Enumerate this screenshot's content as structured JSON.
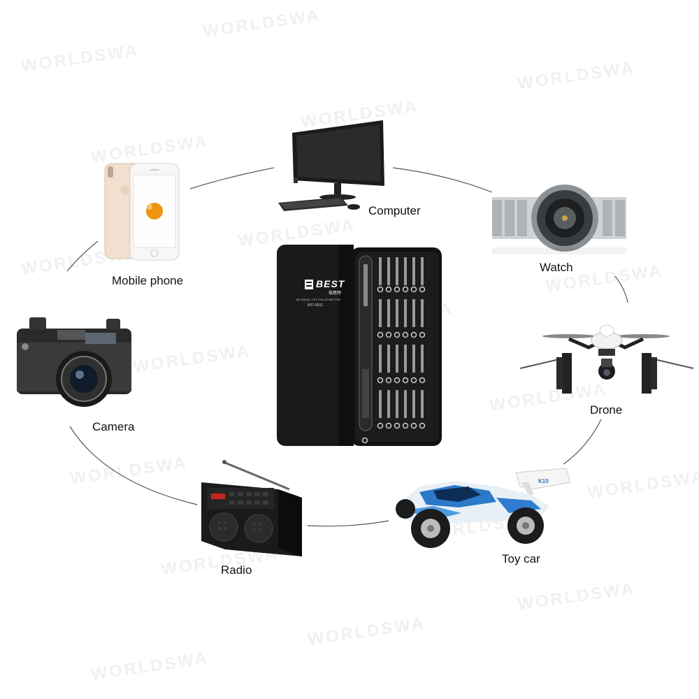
{
  "center_product": {
    "brand_text": "BEST",
    "brand_cjk": "倍思特",
    "tagline": "BE EQUAL, LET YOU DO BETTER",
    "model": "BST-8931"
  },
  "devices": [
    {
      "id": "computer",
      "label": "Computer",
      "icon": "computer-icon"
    },
    {
      "id": "mobile_phone",
      "label": "Mobile phone",
      "icon": "mobile-phone-icon"
    },
    {
      "id": "watch",
      "label": "Watch",
      "icon": "watch-icon"
    },
    {
      "id": "camera",
      "label": "Camera",
      "icon": "camera-icon"
    },
    {
      "id": "drone",
      "label": "Drone",
      "icon": "drone-icon"
    },
    {
      "id": "radio",
      "label": "Radio",
      "icon": "radio-icon"
    },
    {
      "id": "toy_car",
      "label": "Toy car",
      "icon": "toy-car-icon"
    }
  ],
  "watermark": "WORLDSWA",
  "car_number": "K10"
}
